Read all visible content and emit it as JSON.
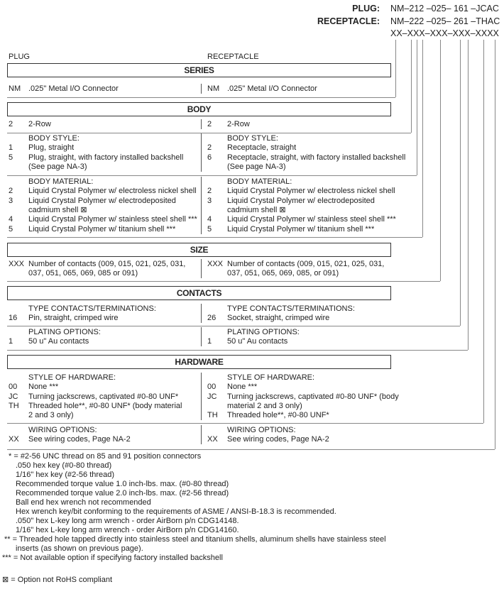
{
  "part_numbers": {
    "plug_label": "PLUG:",
    "plug_code": "NM–212 –025– 161 –JCAC",
    "receptacle_label": "RECEPTACLE:",
    "receptacle_code": "NM–222 –025– 261 –THAC",
    "template_code": "XX–XXX–XXX–XXX–XXXX"
  },
  "columns": {
    "left": "PLUG",
    "right": "RECEPTACLE"
  },
  "sections": [
    {
      "title": "SERIES",
      "subsections": [
        {
          "left": [
            {
              "code": "NM",
              "lines": [
                ".025\" Metal I/O Connector"
              ]
            }
          ],
          "right": [
            {
              "code": "NM",
              "lines": [
                ".025\" Metal I/O Connector"
              ]
            }
          ]
        }
      ]
    },
    {
      "title": "BODY",
      "subsections": [
        {
          "left": [
            {
              "code": "2",
              "lines": [
                "2-Row"
              ]
            }
          ],
          "right": [
            {
              "code": "2",
              "lines": [
                "2-Row"
              ]
            }
          ]
        },
        {
          "left": [
            {
              "code": "",
              "lines": [
                "BODY STYLE:"
              ]
            },
            {
              "code": "1",
              "lines": [
                "Plug, straight"
              ]
            },
            {
              "code": "5",
              "lines": [
                "Plug, straight, with factory installed backshell",
                "(See page NA-3)"
              ]
            }
          ],
          "right": [
            {
              "code": "",
              "lines": [
                "BODY STYLE:"
              ]
            },
            {
              "code": "2",
              "lines": [
                "Receptacle, straight"
              ]
            },
            {
              "code": "6",
              "lines": [
                "Receptacle, straight, with factory installed backshell",
                "(See page NA-3)"
              ]
            }
          ]
        },
        {
          "left": [
            {
              "code": "",
              "lines": [
                "BODY MATERIAL:"
              ]
            },
            {
              "code": "2",
              "lines": [
                "Liquid Crystal Polymer w/ electroless nickel shell"
              ]
            },
            {
              "code": "3",
              "lines": [
                "Liquid Crystal Polymer w/ electrodeposited",
                "cadmium shell  ⊠"
              ]
            },
            {
              "code": "4",
              "lines": [
                "Liquid Crystal Polymer w/ stainless steel shell ***"
              ]
            },
            {
              "code": "5",
              "lines": [
                "Liquid Crystal Polymer w/ titanium shell ***"
              ]
            }
          ],
          "right": [
            {
              "code": "",
              "lines": [
                "BODY MATERIAL:"
              ]
            },
            {
              "code": "2",
              "lines": [
                "Liquid Crystal Polymer w/ electroless nickel shell"
              ]
            },
            {
              "code": "3",
              "lines": [
                "Liquid Crystal Polymer w/ electrodeposited",
                "cadmium shell  ⊠"
              ]
            },
            {
              "code": "4",
              "lines": [
                "Liquid Crystal Polymer w/ stainless steel shell ***"
              ]
            },
            {
              "code": "5",
              "lines": [
                "Liquid Crystal Polymer w/ titanium shell ***"
              ]
            }
          ]
        }
      ]
    },
    {
      "title": "SIZE",
      "subsections": [
        {
          "left": [
            {
              "code": "XXX",
              "lines": [
                "Number of contacts (009, 015, 021, 025, 031,",
                "037, 051, 065, 069, 085 or 091)"
              ]
            }
          ],
          "right": [
            {
              "code": "XXX",
              "lines": [
                "Number of contacts (009, 015, 021, 025, 031,",
                "037, 051, 065, 069, 085, or 091)"
              ]
            }
          ]
        }
      ]
    },
    {
      "title": "CONTACTS",
      "subsections": [
        {
          "left": [
            {
              "code": "",
              "lines": [
                "TYPE CONTACTS/TERMINATIONS:"
              ]
            },
            {
              "code": "16",
              "lines": [
                "Pin, straight, crimped wire"
              ]
            }
          ],
          "right": [
            {
              "code": "",
              "lines": [
                "TYPE CONTACTS/TERMINATIONS:"
              ]
            },
            {
              "code": "26",
              "lines": [
                "Socket, straight, crimped wire"
              ]
            }
          ]
        },
        {
          "left": [
            {
              "code": "",
              "lines": [
                "PLATING OPTIONS:"
              ]
            },
            {
              "code": "1",
              "lines": [
                "50 u\" Au contacts"
              ]
            }
          ],
          "right": [
            {
              "code": "",
              "lines": [
                "PLATING OPTIONS:"
              ]
            },
            {
              "code": "1",
              "lines": [
                "50 u\" Au contacts"
              ]
            }
          ]
        }
      ]
    },
    {
      "title": "HARDWARE",
      "subsections": [
        {
          "left": [
            {
              "code": "",
              "lines": [
                "STYLE OF HARDWARE:"
              ]
            },
            {
              "code": "00",
              "lines": [
                "None ***"
              ]
            },
            {
              "code": "JC",
              "lines": [
                "Turning jackscrews, captivated #0-80 UNF*"
              ]
            },
            {
              "code": "TH",
              "lines": [
                "Threaded hole**, #0-80 UNF* (body material",
                "2 and 3 only)"
              ]
            }
          ],
          "right": [
            {
              "code": "",
              "lines": [
                "STYLE OF HARDWARE:"
              ]
            },
            {
              "code": "00",
              "lines": [
                "None ***"
              ]
            },
            {
              "code": "JC",
              "lines": [
                "Turning jackscrews, captivated #0-80 UNF* (body",
                "material 2 and 3 only)"
              ]
            },
            {
              "code": "TH",
              "lines": [
                "Threaded hole**, #0-80 UNF*"
              ]
            }
          ]
        },
        {
          "left": [
            {
              "code": "",
              "lines": [
                "WIRING OPTIONS:"
              ]
            },
            {
              "code": "XX",
              "lines": [
                "See wiring codes, Page NA-2"
              ]
            }
          ],
          "right": [
            {
              "code": "",
              "lines": [
                "WIRING OPTIONS:"
              ]
            },
            {
              "code": "XX",
              "lines": [
                "See wiring codes, Page NA-2"
              ]
            }
          ]
        }
      ]
    }
  ],
  "footnotes": [
    "* = #2-56 UNC thread on 85 and 91 position connectors",
    ".050 hex key (#0-80 thread)",
    "1/16\" hex key (#2-56 thread)",
    "Recommended torque value 1.0 inch-lbs. max. (#0-80 thread)",
    "Recommended torque value 2.0 inch-lbs. max. (#2-56 thread)",
    "Ball end hex wrench not recommended",
    "Hex wrench key/bit conforming to the requirements of ASME / ANSI-B-18.3 is recommended.",
    ".050\" hex L-key long arm wrench - order AirBorn p/n CDG14148.",
    "1/16\" hex L-key long arm wrench - order AirBorn p/n CDG14160.",
    "** = Threaded hole tapped directly into stainless steel and titanium shells, aluminum shells have stainless steel",
    "inserts (as shown on previous page).",
    "*** = Not available option if specifying factory installed backshell"
  ],
  "rohs_note": "⊠ = Option not RoHS compliant"
}
